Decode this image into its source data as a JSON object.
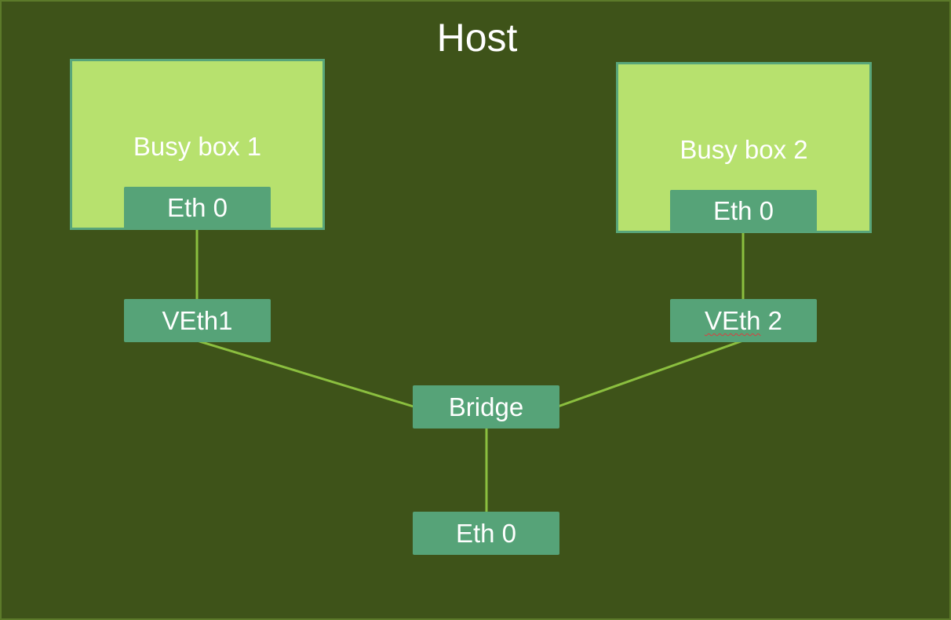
{
  "host": {
    "title": "Host"
  },
  "containers": [
    {
      "label": "Busy box 1",
      "iface": "Eth 0"
    },
    {
      "label": "Busy box 2",
      "iface": "Eth 0"
    }
  ],
  "veths": [
    {
      "label": "VEth1"
    },
    {
      "label": "VEth 2",
      "spell_flagged_word": "VEth",
      "rest": " 2"
    }
  ],
  "bridge": {
    "label": "Bridge"
  },
  "host_iface": {
    "label": "Eth 0"
  },
  "colors": {
    "background": "#3e5319",
    "container_fill": "#b7e16e",
    "iface_fill": "#56a378",
    "link_line": "#8bbf3f",
    "text": "#ffffff"
  }
}
